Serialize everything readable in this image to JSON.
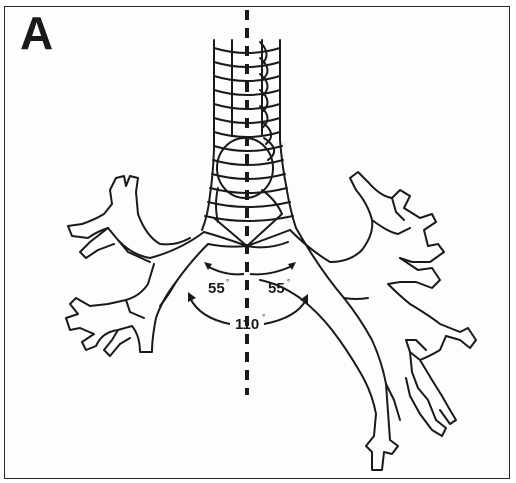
{
  "panel": {
    "label": "A"
  },
  "angles": {
    "left": "55",
    "right": "55",
    "total": "110",
    "degree_symbol": "°"
  },
  "colors": {
    "ink": "#1a1a1a",
    "background": "#ffffff"
  }
}
